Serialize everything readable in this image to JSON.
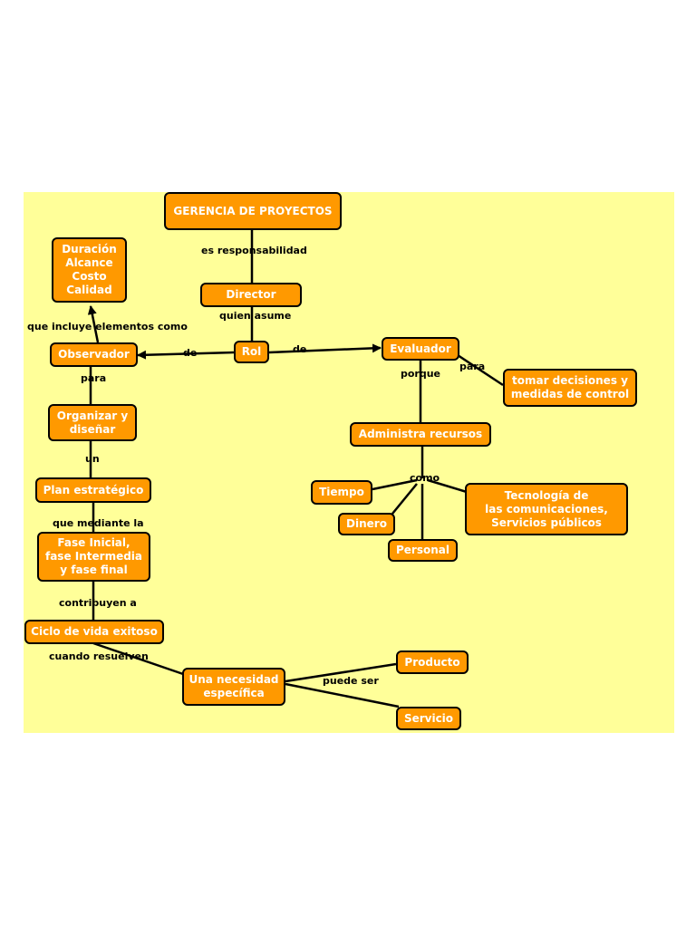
{
  "nodes": {
    "gerencia": "GERENCIA DE PROYECTOS",
    "duracion": "Duración\nAlcance\nCosto\nCalidad",
    "director": "Director",
    "observador": "Observador",
    "rol": "Rol",
    "evaluador": "Evaluador",
    "tomar": "tomar decisiones y\nmedidas de control",
    "organizar": "Organizar y\ndiseñar",
    "administra": "Administra recursos",
    "plan": "Plan estratégico",
    "tiempo": "Tiempo",
    "tecnologia": "Tecnología de\nlas comunicaciones,\nServicios públicos",
    "dinero": "Dinero",
    "fases": "Fase Inicial,\nfase Intermedia\ny fase final",
    "personal": "Personal",
    "ciclo": "Ciclo de vida exitoso",
    "necesidad": "Una necesidad\nespecífica",
    "producto": "Producto",
    "servicio": "Servicio"
  },
  "labels": {
    "es_responsabilidad": "es responsabilidad",
    "quien_asume": "quien asume",
    "que_incluye": "que incluye  elementos como",
    "de_left": "de",
    "de_right": "de",
    "para_obs": "para",
    "porque": "porque",
    "para_eval": "para",
    "un": "un",
    "como": "como",
    "que_mediante": "que mediante la",
    "contribuyen": "contribuyen a",
    "cuando_resuelven": "cuando resuelven",
    "puede_ser": "puede ser"
  },
  "colors": {
    "background": "#ffff99",
    "node_fill": "#ff9900",
    "node_border": "#000000",
    "node_text": "#ffffff"
  }
}
